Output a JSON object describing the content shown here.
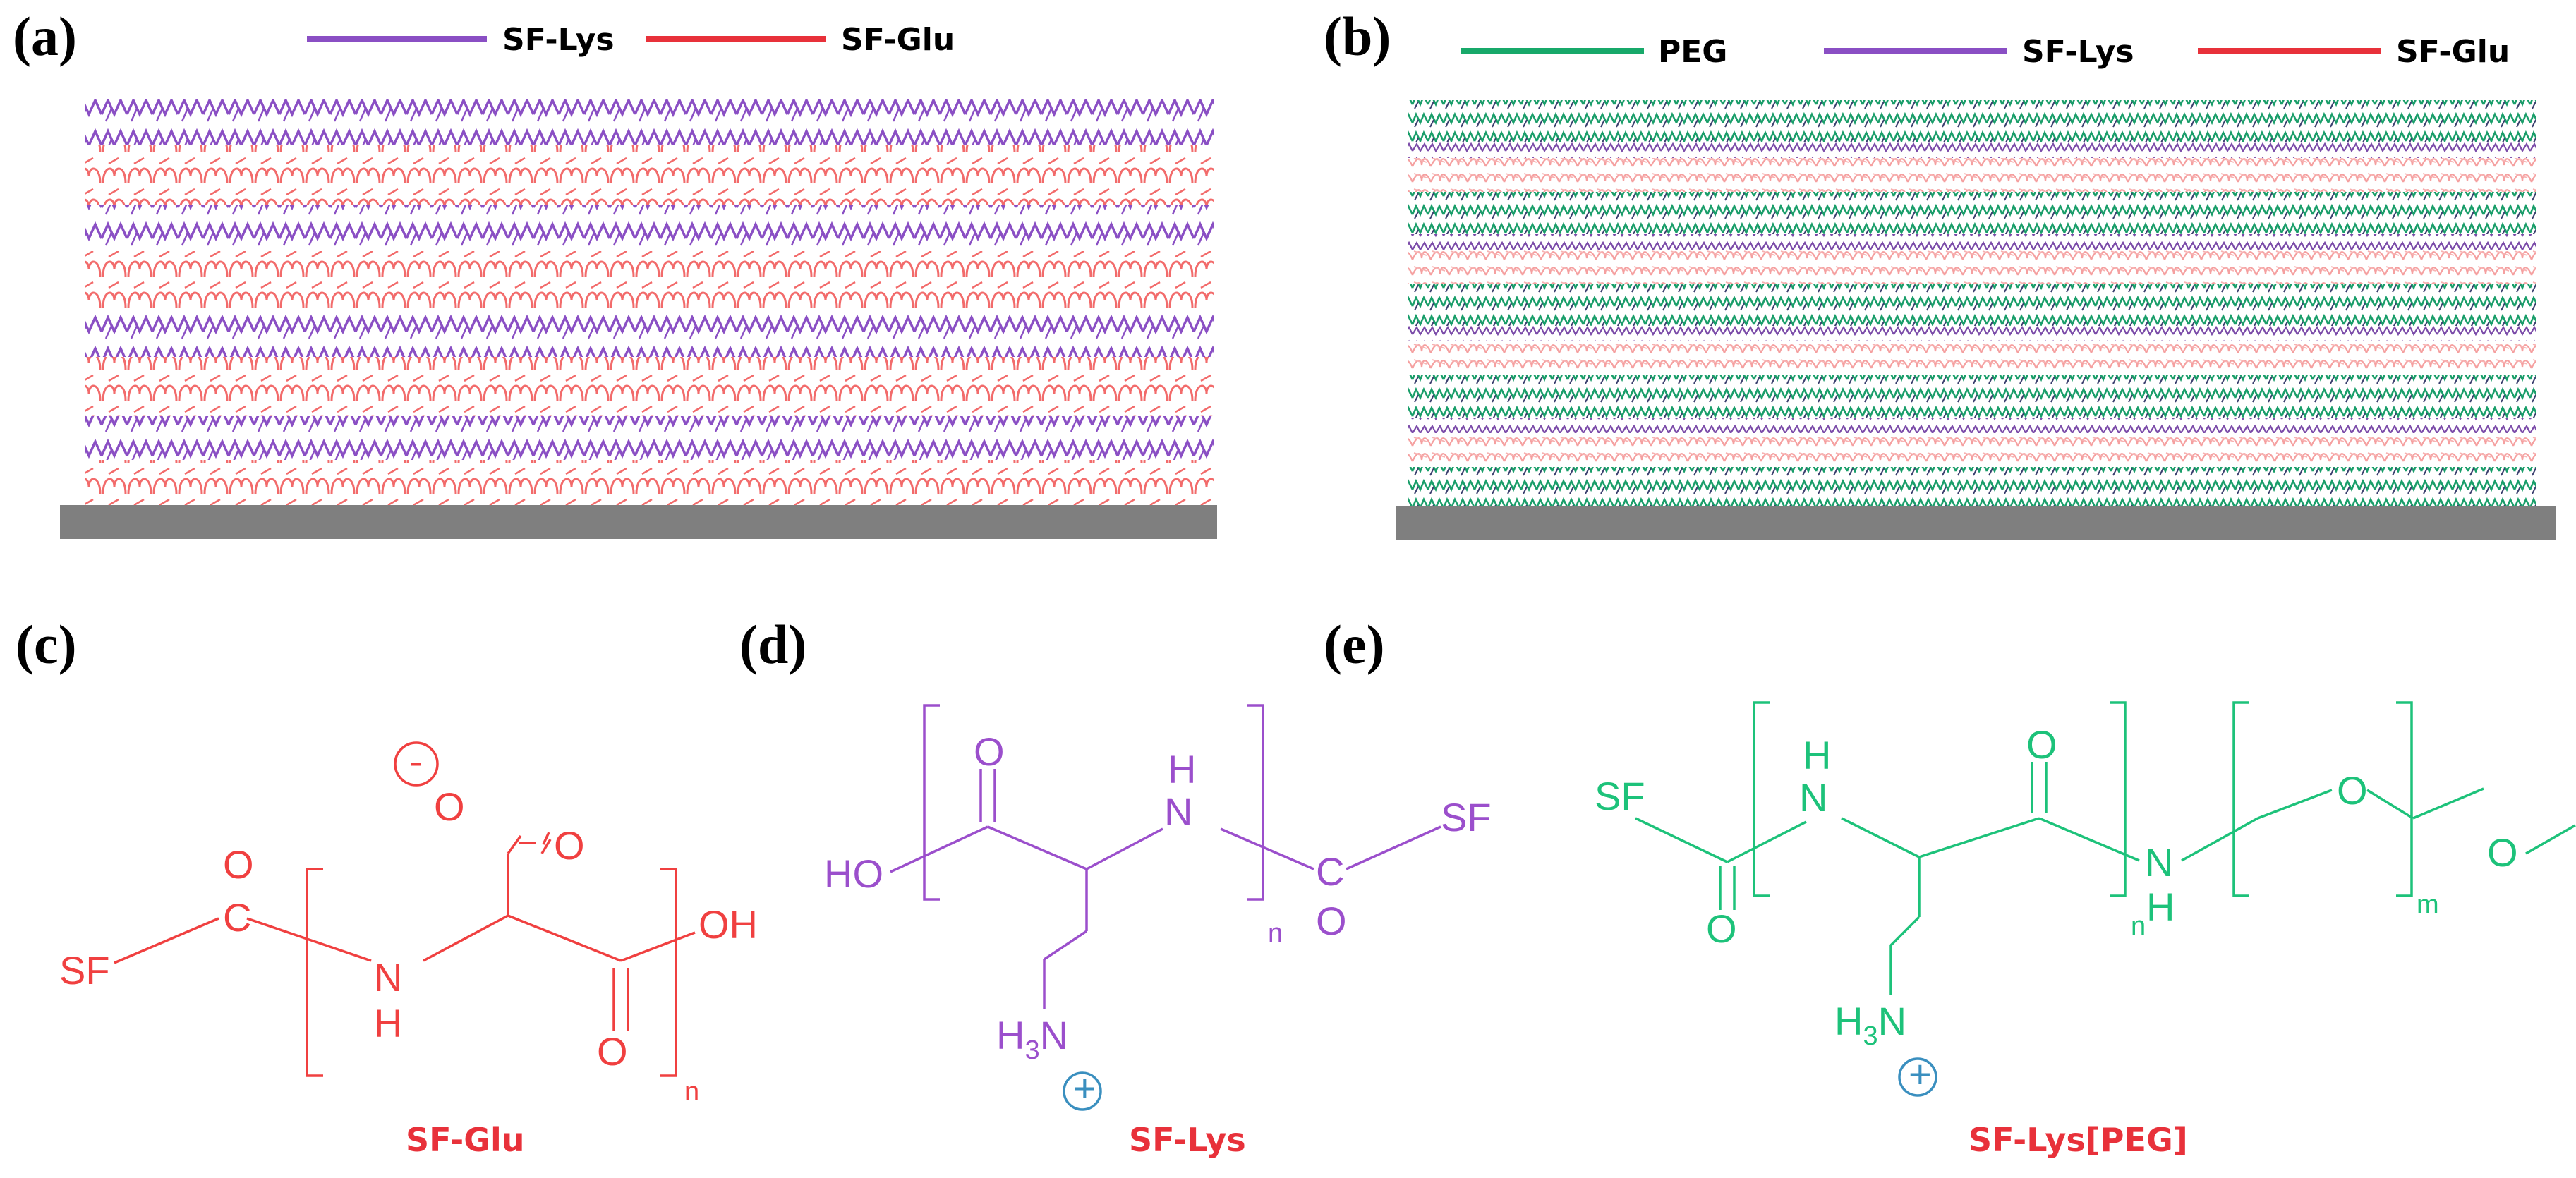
{
  "panels": {
    "a": {
      "label": "(a)",
      "legend": [
        {
          "name": "SF-Lys",
          "color": "#8a4fc4"
        },
        {
          "name": "SF-Glu",
          "color": "#e8313a"
        }
      ]
    },
    "b": {
      "label": "(b)",
      "legend": [
        {
          "name": "PEG",
          "color": "#18a96a"
        },
        {
          "name": "SF-Lys",
          "color": "#8a4fc4"
        },
        {
          "name": "SF-Glu",
          "color": "#e8313a"
        }
      ]
    },
    "c": {
      "label": "(c)",
      "caption": "SF-Glu",
      "color": "#f04040",
      "atoms": {
        "sf": "SF",
        "c": "C",
        "o1": "O",
        "n": "N",
        "h": "H",
        "o_ester": "O",
        "o_ester2": "O",
        "o_carbonyl": "O",
        "oh": "OH",
        "minus": "-",
        "sub_n": "n"
      }
    },
    "d": {
      "label": "(d)",
      "caption": "SF-Lys",
      "color": "#9b4fcc",
      "atoms": {
        "ho": "HO",
        "o": "O",
        "h": "H",
        "n": "N",
        "c": "C",
        "o2": "O",
        "sf": "SF",
        "h3": "H",
        "h3sub": "3",
        "n2": "N",
        "plus": "+",
        "sub_n": "n"
      }
    },
    "e": {
      "label": "(e)",
      "caption": "SF-Lys[PEG]",
      "color": "#1dc27a",
      "atoms": {
        "sf": "SF",
        "o_low": "O",
        "h": "H",
        "n": "N",
        "o_top": "O",
        "n2": "N",
        "h2": "H",
        "o_peg": "O",
        "o_end": "O",
        "h3": "H",
        "h3sub": "3",
        "n3": "N",
        "plus": "+",
        "sub_n": "n",
        "sub_m": "m"
      }
    }
  },
  "colors": {
    "caption": "#e8313a",
    "substrate": "#7f7f7f",
    "charge_circle": "#3a8fbf"
  }
}
